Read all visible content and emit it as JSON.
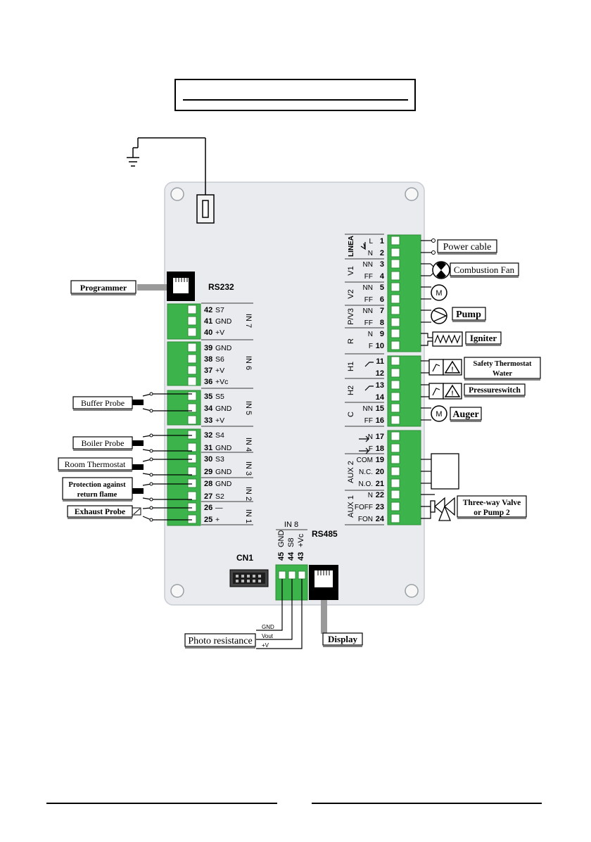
{
  "colors": {
    "background": "#ffffff",
    "board": "#e9ebee",
    "board_stroke": "#c8ccd2",
    "terminal_green": "#3cb44b",
    "terminal_dark": "#2e8b3a",
    "wire": "#000000",
    "grey_cable": "#9a9a9a"
  },
  "header": {
    "title_box_text": ""
  },
  "board": {
    "connectors": {
      "rs232": "RS232",
      "rs485": "RS485",
      "cn1": "CN1"
    },
    "left_terminals": [
      {
        "num": "42",
        "sig": "S7"
      },
      {
        "num": "41",
        "sig": "GND"
      },
      {
        "num": "40",
        "sig": "+V"
      },
      {
        "num": "39",
        "sig": "GND"
      },
      {
        "num": "38",
        "sig": "S6"
      },
      {
        "num": "37",
        "sig": "+V"
      },
      {
        "num": "36",
        "sig": "+Vc"
      },
      {
        "num": "35",
        "sig": "S5"
      },
      {
        "num": "34",
        "sig": "GND"
      },
      {
        "num": "33",
        "sig": "+V"
      },
      {
        "num": "32",
        "sig": "S4"
      },
      {
        "num": "31",
        "sig": "GND"
      },
      {
        "num": "30",
        "sig": "S3"
      },
      {
        "num": "29",
        "sig": "GND"
      },
      {
        "num": "28",
        "sig": "GND"
      },
      {
        "num": "27",
        "sig": "S2"
      },
      {
        "num": "26",
        "sig": "—"
      },
      {
        "num": "25",
        "sig": "+"
      }
    ],
    "left_groups": [
      "IN 7",
      "IN 6",
      "IN 5",
      "IN 4",
      "IN 3",
      "IN 2",
      "IN 1"
    ],
    "bottom_group": "IN 8",
    "bottom_terminals": [
      {
        "num": "45",
        "sig": "GND"
      },
      {
        "num": "44",
        "sig": "S8"
      },
      {
        "num": "43",
        "sig": "+Vc"
      }
    ],
    "right_terminals": [
      {
        "num": "1",
        "sig": "L"
      },
      {
        "num": "2",
        "sig": "N"
      },
      {
        "num": "3",
        "sig": "NN"
      },
      {
        "num": "4",
        "sig": "FF"
      },
      {
        "num": "5",
        "sig": "NN"
      },
      {
        "num": "6",
        "sig": "FF"
      },
      {
        "num": "7",
        "sig": "NN"
      },
      {
        "num": "8",
        "sig": "FF"
      },
      {
        "num": "9",
        "sig": "N"
      },
      {
        "num": "10",
        "sig": "F"
      },
      {
        "num": "11",
        "sig": ""
      },
      {
        "num": "12",
        "sig": ""
      },
      {
        "num": "13",
        "sig": ""
      },
      {
        "num": "14",
        "sig": ""
      },
      {
        "num": "15",
        "sig": "NN"
      },
      {
        "num": "16",
        "sig": "FF"
      },
      {
        "num": "17",
        "sig": "N"
      },
      {
        "num": "18",
        "sig": "F"
      },
      {
        "num": "19",
        "sig": "COM"
      },
      {
        "num": "20",
        "sig": "N.C."
      },
      {
        "num": "21",
        "sig": "N.O."
      },
      {
        "num": "22",
        "sig": "N"
      },
      {
        "num": "23",
        "sig": "FOFF"
      },
      {
        "num": "24",
        "sig": "FON"
      }
    ],
    "right_groups": [
      "LINEA",
      "V1",
      "V2",
      "P/V3",
      "R",
      "H1",
      "H2",
      "C",
      "AUX 2",
      "AUX 1"
    ]
  },
  "labels": {
    "programmer": "Programmer",
    "buffer_probe": "Buffer Probe",
    "boiler_probe": "Boiler Probe",
    "room_thermostat": "Room Thermostat",
    "protection_line1": "Protection against",
    "protection_line2": "return flame",
    "exhaust_probe": "Exhaust Probe",
    "power_cable": "Power cable",
    "combustion_fan": "Combustion Fan",
    "pump": "Pump",
    "igniter": "Igniter",
    "safety_line1": "Safety Thermostat",
    "safety_line2": "Water",
    "pressureswitch": "Pressureswitch",
    "auger": "Auger",
    "three_way_line1": "Three-way Valve",
    "three_way_line2": "or Pump 2",
    "photo_resistance": "Photo resistance",
    "display": "Display",
    "photo_wires": [
      "GND",
      "Vout",
      "+V"
    ]
  },
  "icons": [
    "ground-icon",
    "fan-icon",
    "motor-icon",
    "pump-icon",
    "igniter-icon",
    "warning-icon",
    "valve-icon",
    "relay-icon",
    "rj-connector-icon"
  ]
}
